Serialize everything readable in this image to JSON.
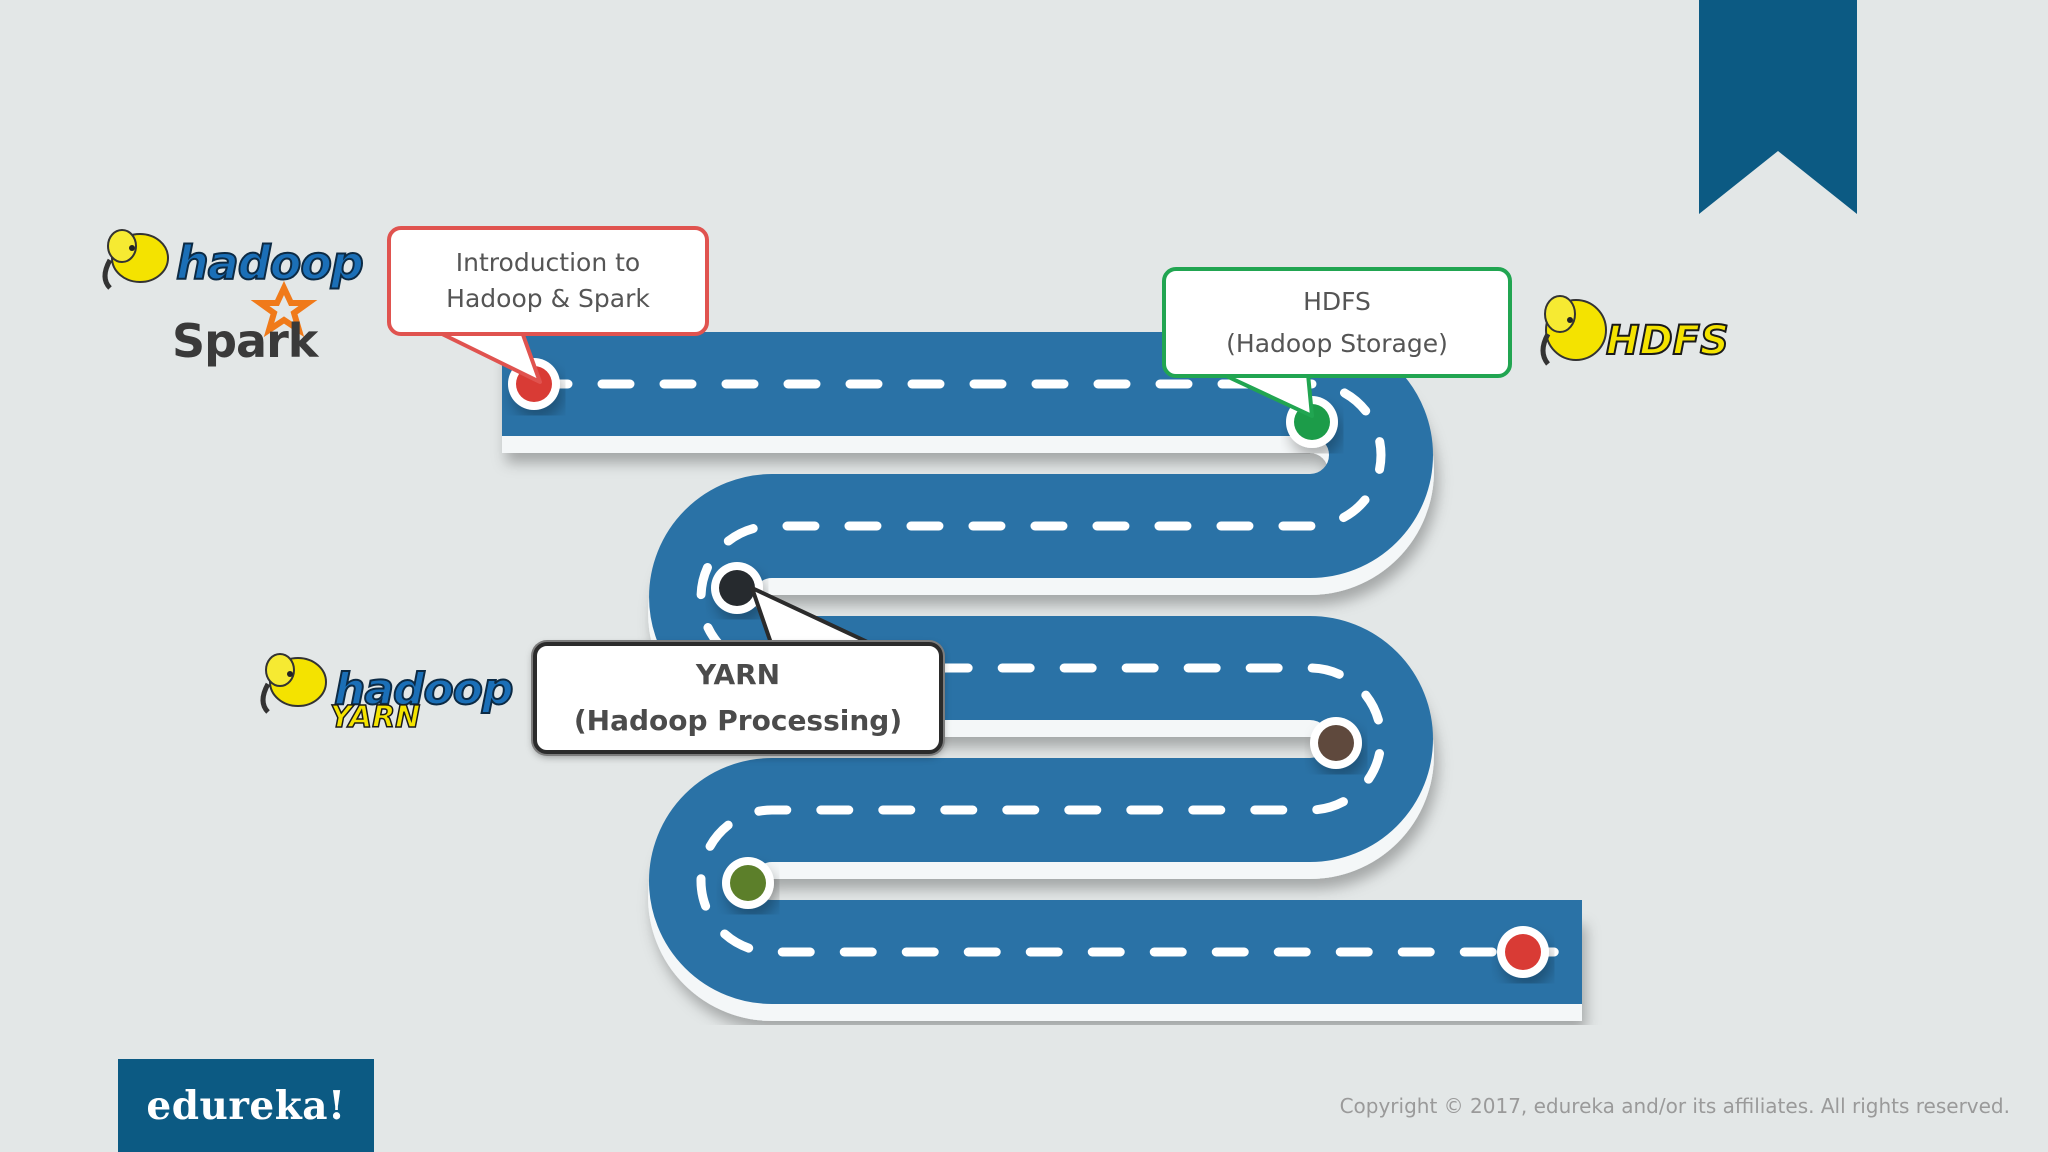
{
  "milestones": [
    {
      "title": "Introduction to",
      "subtitle": "Hadoop & Spark",
      "color": "#e0534f"
    },
    {
      "title": "HDFS",
      "subtitle": "(Hadoop Storage)",
      "color": "#21a551"
    },
    {
      "title": "YARN",
      "subtitle": "(Hadoop Processing)",
      "color": "#2b2b2b"
    }
  ],
  "logos": {
    "hadoop": "hadoop",
    "spark": "Spark",
    "hdfs": "HDFS",
    "yarn_hadoop": "hadoop",
    "yarn": "YARN"
  },
  "footer": {
    "brand": "edureka!",
    "copyright": "Copyright © 2017, edureka and/or its affiliates. All rights reserved."
  },
  "colors": {
    "road": "#2a72a6",
    "road_edge": "#f4f7f8",
    "bookmark": "#0c5a83",
    "background": "#e3e7e7"
  },
  "icons": [
    "elephant-icon",
    "spark-star-icon",
    "bookmark-ribbon"
  ]
}
